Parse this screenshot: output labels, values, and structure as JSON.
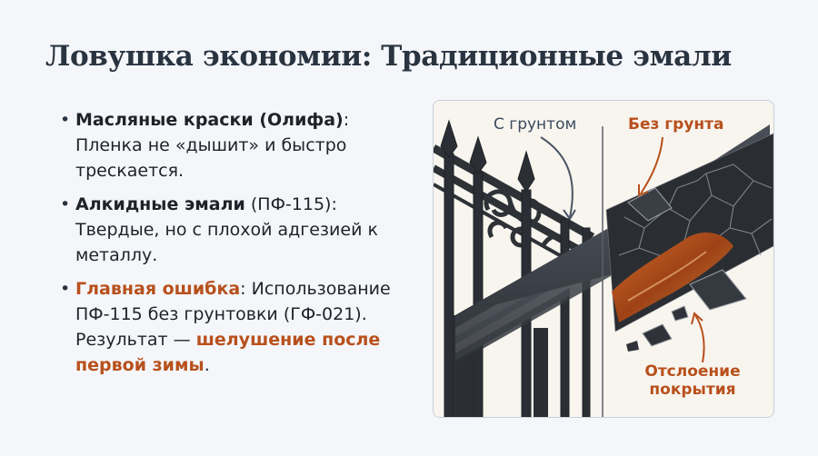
{
  "title": "Ловушка экономии: Традиционные эмали",
  "bullets": [
    {
      "term": "Масляные краски (Олифа)",
      "sep": ":",
      "text": "Пленка не «дышит» и быстро трескается."
    },
    {
      "term": "Алкидные эмали",
      "rest": " (ПФ-115):",
      "text": "Твердые, но с плохой адгезией к металлу."
    },
    {
      "term": "Главная ошибка",
      "sep": ":",
      "text": "Использование ПФ-115 без грунтовки (ГФ-021). Результат —",
      "highlight": "шелушение после первой зимы",
      "end": "."
    }
  ],
  "illustration": {
    "label_with_primer": "С грунтом",
    "label_without_primer": "Без грунта",
    "label_peeling": "Отслоение покрытия"
  },
  "colors": {
    "background": "#f4f6fa",
    "title": "#2a3440",
    "accent": "#b8501c",
    "metal": "#2f3338",
    "rust": "#b5571e"
  }
}
